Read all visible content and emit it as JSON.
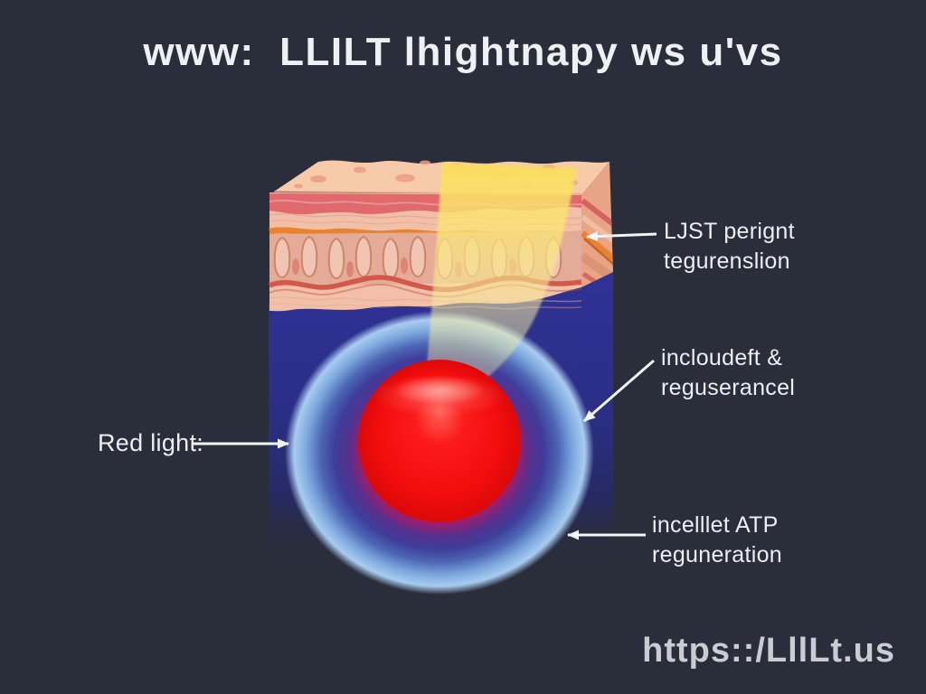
{
  "title": "www:  LLILT lhightnapy ws u'vs",
  "callouts": {
    "skin_layer": "LJST perignt\ntegurenslion",
    "scatter": "incloudeft &\nreguserancel",
    "red_light": "Red light:",
    "atp": "incelllet ATP\nreguneration"
  },
  "footer_url": "https::/LllLt.us",
  "colors": {
    "background": "#2a2d3a",
    "deep_tissue_blue": "#2e3192",
    "core_red": "#f31010",
    "glow_edge_blue": "#a8ccf0",
    "beam_yellow": "#fbe478",
    "skin_tone": "#f2c0a9",
    "label_text": "#edeff3",
    "url_text": "#caccd2"
  }
}
